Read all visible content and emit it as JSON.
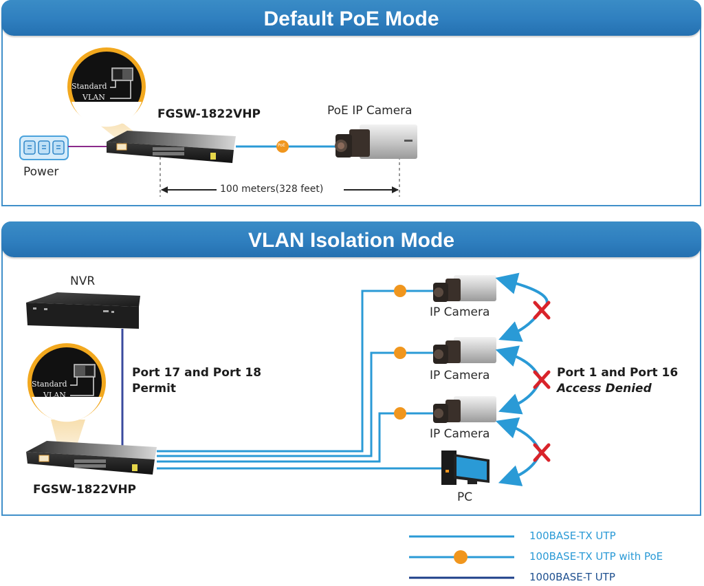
{
  "sections": {
    "default_poe": {
      "title": "Default PoE Mode",
      "power_label": "Power",
      "switch_label": "FGSW-1822VHP",
      "camera_label": "PoE IP Camera",
      "distance_label": "100 meters(328 feet)",
      "dip_switch": {
        "line1": "Standard",
        "line2": "VLAN"
      },
      "poe_badge": "PoE"
    },
    "vlan_isolation": {
      "title": "VLAN Isolation Mode",
      "nvr_label": "NVR",
      "switch_label": "FGSW-1822VHP",
      "permit_line1": "Port 17 and Port 18",
      "permit_line2": "Permit",
      "denied_line1": "Port 1 and Port 16",
      "denied_line2": "Access Denied",
      "dip_switch": {
        "line1": "Standard",
        "line2": "VLAN"
      },
      "devices": [
        {
          "label": "IP Camera",
          "poe": true
        },
        {
          "label": "IP Camera",
          "poe": true
        },
        {
          "label": "IP Camera",
          "poe": true
        },
        {
          "label": "PC",
          "poe": false
        }
      ],
      "poe_badge": "PoE"
    }
  },
  "legend": [
    {
      "label": "100BASE-TX UTP",
      "color": "#2a9ad6",
      "poe": false
    },
    {
      "label": "100BASE-TX UTP with PoE",
      "color": "#2a9ad6",
      "poe": true
    },
    {
      "label": "1000BASE-T UTP",
      "color": "#1d3f8a",
      "poe": false
    }
  ],
  "colors": {
    "banner": "#2f7fbf",
    "utp": "#2a9ad6",
    "gigabit": "#3a4a9e",
    "power_line": "#8a2a8a",
    "poe_badge": "#f0961e",
    "deny_x": "#d9232a",
    "magnifier_ring": "#f2a81e"
  }
}
